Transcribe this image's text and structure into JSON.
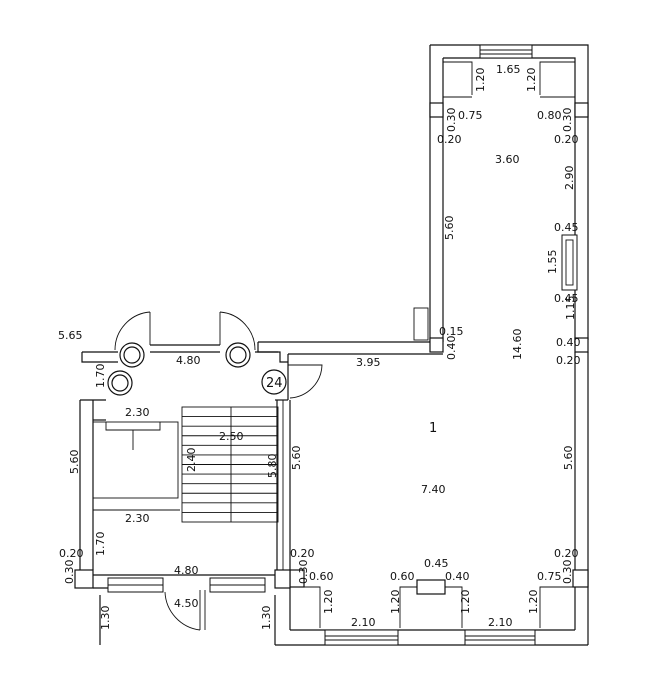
{
  "room": {
    "number": "1",
    "building_id": "24"
  },
  "top_area": {
    "width": "1.65",
    "h_left": "1.20",
    "h_right": "1.20",
    "w_left": "0.75",
    "w_right": "0.80",
    "t_left": "0.30",
    "t_right": "0.30",
    "gap_left": "0.20",
    "gap_right": "0.20",
    "inner_width": "3.60",
    "depth_right": "2.90",
    "depth_left": "5.60",
    "win_a": "0.45",
    "win_len": "1.55",
    "win_b": "0.45"
  },
  "mid": {
    "small_a": "0.15",
    "small_b": "0.40",
    "total_depth": "14.60",
    "right_b": "0.40",
    "right_c": "0.20",
    "right_d": "1.15",
    "corridor": "3.95"
  },
  "stair": {
    "top_width": "5.65",
    "top_inner": "4.80",
    "upper_h": "1.70",
    "w1": "2.30",
    "flight_w": "2.50",
    "flight_len": "2.40",
    "well": "5.80",
    "side_h": "5.60",
    "w2": "2.30",
    "lower_h": "1.70",
    "bottom_width": "4.80",
    "bottom_inner": "4.50",
    "gap_l": "0.20",
    "t_l": "0.30",
    "leg_l": "1.30",
    "leg_r": "1.30"
  },
  "main": {
    "hall_h": "5.60",
    "width": "7.40",
    "right_h": "5.60",
    "bl_gap": "0.20",
    "bl_t": "0.30",
    "bl_a": "0.60",
    "mid_a": "0.60",
    "mid_b": "0.45",
    "mid_c": "0.40",
    "br_a": "0.75",
    "br_t": "0.30",
    "br_gap": "0.20",
    "pier1": "1.20",
    "pier2": "1.20",
    "pier3": "1.20",
    "pier4": "1.20",
    "win1": "2.10",
    "win2": "2.10"
  }
}
